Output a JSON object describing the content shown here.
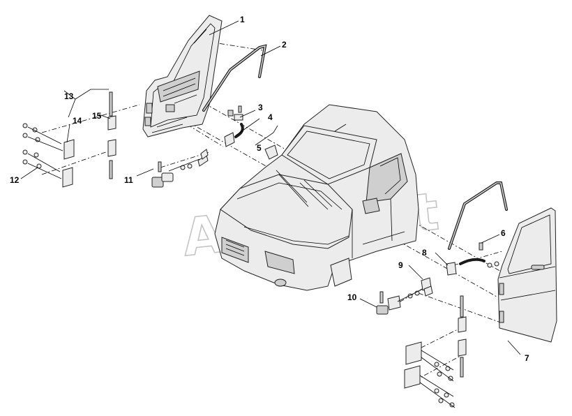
{
  "watermark": "AutoSoft",
  "callouts": [
    {
      "id": "c1",
      "text": "1"
    },
    {
      "id": "c2",
      "text": "2"
    },
    {
      "id": "c3",
      "text": "3"
    },
    {
      "id": "c4",
      "text": "4"
    },
    {
      "id": "c5",
      "text": "5"
    },
    {
      "id": "c6",
      "text": "6"
    },
    {
      "id": "c7",
      "text": "7"
    },
    {
      "id": "c8",
      "text": "8"
    },
    {
      "id": "c9",
      "text": "9"
    },
    {
      "id": "c10",
      "text": "10"
    },
    {
      "id": "c11",
      "text": "11"
    },
    {
      "id": "c12",
      "text": "12"
    },
    {
      "id": "c13",
      "text": "13"
    },
    {
      "id": "c14",
      "text": "14"
    },
    {
      "id": "c15",
      "text": "15"
    }
  ],
  "colors": {
    "line": "#000000",
    "part_fill": "#ececec",
    "part_shadow": "#cfcfcf",
    "watermark_outline": "#c4c4c4"
  }
}
